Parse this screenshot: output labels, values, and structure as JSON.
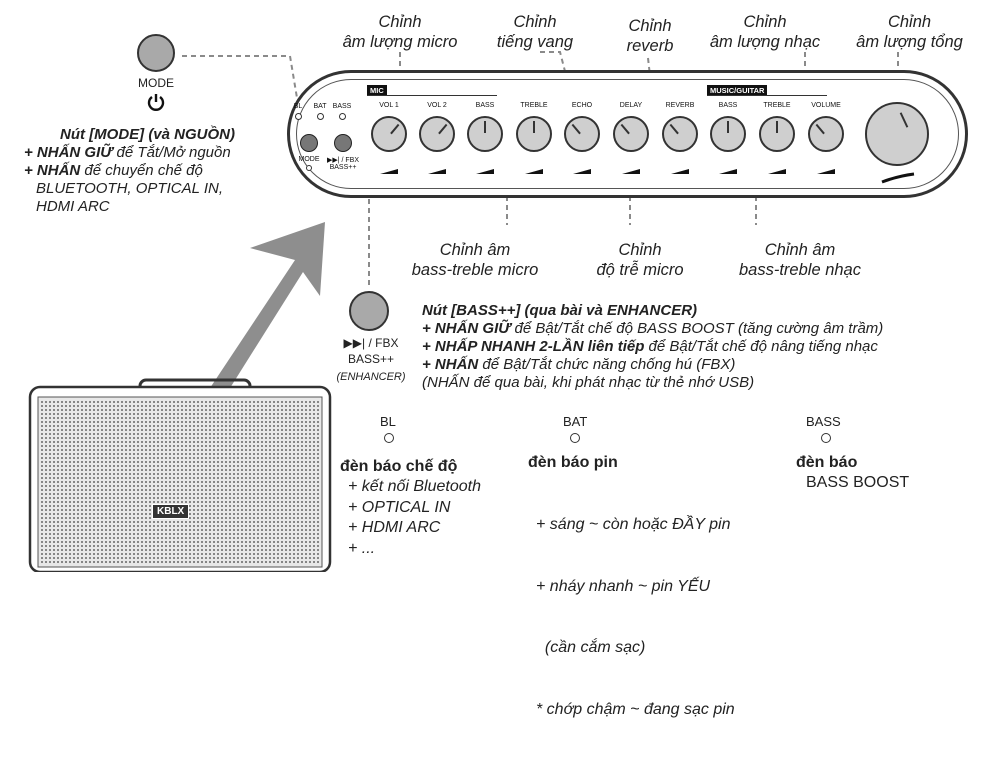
{
  "mode_button": {
    "label": "MODE",
    "desc_title": "Nút [MODE] (và NGUỒN)",
    "line1_bold": "+ NHẤN GIỮ",
    "line1_rest": " để Tắt/Mở nguồn",
    "line2_bold": "+ NHẤN",
    "line2_rest": " để chuyển chế độ",
    "line3": "BLUETOOTH, OPTICAL IN,",
    "line4": "HDMI ARC"
  },
  "callouts_top": [
    {
      "id": "mic-vol",
      "lines": [
        "Chỉnh",
        "âm lượng micro"
      ]
    },
    {
      "id": "echo",
      "lines": [
        "Chỉnh",
        "tiếng vang"
      ]
    },
    {
      "id": "reverb",
      "lines": [
        "Chỉnh",
        "reverb"
      ]
    },
    {
      "id": "music-vol",
      "lines": [
        "Chỉnh",
        "âm lượng nhạc"
      ]
    },
    {
      "id": "master-vol",
      "lines": [
        "Chỉnh",
        "âm lượng tổng"
      ]
    }
  ],
  "callouts_bottom": [
    {
      "id": "mic-bt",
      "lines": [
        "Chỉnh âm",
        "bass-treble micro"
      ]
    },
    {
      "id": "delay",
      "lines": [
        "Chỉnh",
        "độ trễ micro"
      ]
    },
    {
      "id": "music-bt",
      "lines": [
        "Chỉnh âm",
        "bass-treble nhạc"
      ]
    }
  ],
  "panel": {
    "mic_tag": "MIC",
    "music_tag": "MUSIC/GUITAR",
    "led_labels": [
      "BL",
      "BAT",
      "BASS"
    ],
    "btn_labels": [
      "MODE",
      "▶▶| / FBX",
      "BASS++"
    ],
    "knobs": [
      "VOL 1",
      "VOL 2",
      "BASS",
      "TREBLE",
      "ECHO",
      "DELAY",
      "REVERB",
      "BASS",
      "TREBLE",
      "VOLUME"
    ]
  },
  "bass_button": {
    "label1": "▶▶| / FBX",
    "label2": "BASS++",
    "label3": "(ENHANCER)",
    "desc_title": "Nút [BASS++] (qua bài và ENHANCER)",
    "l1_bold": "+ NHẤN GIỮ",
    "l1_rest": " để Bật/Tắt chế độ BASS BOOST (tăng cường âm trầm)",
    "l2_bold": "+ NHẤP NHANH 2-LẦN liên tiếp",
    "l2_rest": " để Bật/Tắt chế độ nâng tiếng nhạc",
    "l3_bold": "+ NHẤN",
    "l3_rest": " để Bật/Tắt chức năng chống hú (FBX)",
    "l4": "(NHẤN để qua bài, khi phát nhạc từ thẻ nhớ USB)"
  },
  "speaker": {
    "logo": "KBLX"
  },
  "indicators": [
    {
      "code": "BL",
      "title": "đèn báo chế độ",
      "items": [
        "+ kết nối Bluetooth",
        "+ OPTICAL IN",
        "+ HDMI ARC",
        "+ ..."
      ]
    },
    {
      "code": "BAT",
      "title": "đèn báo pin",
      "items": [
        "+ sáng ~ còn hoặc ĐẦY pin",
        "+ nháy nhanh ~ pin YẾU",
        "  (cần cắm sạc)",
        "* chớp chậm ~ đang sạc pin"
      ]
    },
    {
      "code": "BASS",
      "title": "đèn báo",
      "items": [
        "BASS BOOST"
      ]
    }
  ]
}
